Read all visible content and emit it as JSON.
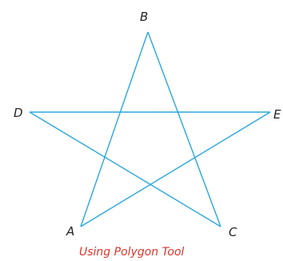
{
  "diagram": {
    "caption": "Using Polygon Tool",
    "caption_color": "#d9342b",
    "line_color": "#2aa7e0",
    "vertices": [
      {
        "id": "A",
        "label": "A"
      },
      {
        "id": "B",
        "label": "B"
      },
      {
        "id": "C",
        "label": "C"
      },
      {
        "id": "D",
        "label": "D"
      },
      {
        "id": "E",
        "label": "E"
      }
    ],
    "edges": [
      {
        "from": "A",
        "to": "B"
      },
      {
        "from": "B",
        "to": "C"
      },
      {
        "from": "C",
        "to": "D"
      },
      {
        "from": "D",
        "to": "E"
      },
      {
        "from": "E",
        "to": "A"
      }
    ]
  }
}
